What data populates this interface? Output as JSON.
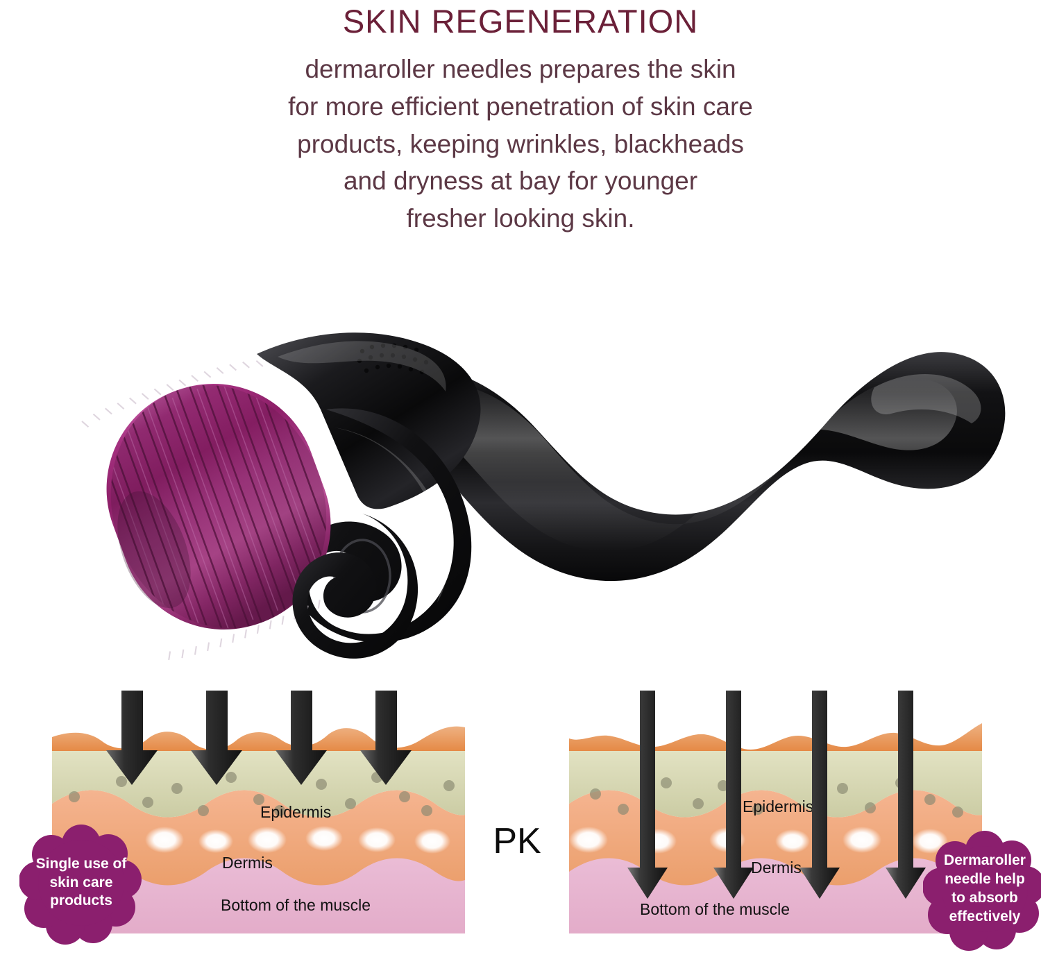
{
  "header": {
    "title": "SKIN REGENERATION",
    "subtitle_lines": [
      "dermaroller needles prepares the skin",
      "for more efficient penetration of skin care",
      "products, keeping wrinkles, blackheads",
      "and dryness at bay for younger",
      "fresher looking skin."
    ]
  },
  "product": {
    "name": "dermaroller",
    "handle_color": "#1a1a1a",
    "roller_color": "#8B2165",
    "needle_color": "#d8d0d8"
  },
  "comparison": {
    "versus_label": "PK",
    "left_panel": {
      "badge_lines": [
        "Single use of",
        "skin care",
        "products"
      ],
      "layers": [
        {
          "name": "Epidermis",
          "color": "#D5D6B0"
        },
        {
          "name": "Dermis",
          "color": "#F0A878"
        },
        {
          "name": "Bottom of the muscle",
          "color": "#E8B8D0"
        }
      ],
      "surface_color": "#E8995C",
      "arrow_count": 4,
      "arrow_style": "thick-shallow"
    },
    "right_panel": {
      "badge_lines": [
        "Dermaroller",
        "needle help",
        "to absorb",
        "effectively"
      ],
      "layers": [
        {
          "name": "Epidermis",
          "color": "#D5D6B0"
        },
        {
          "name": "Dermis",
          "color": "#F0A878"
        },
        {
          "name": "Bottom of the muscle",
          "color": "#E8B8D0"
        }
      ],
      "surface_color": "#E8995C",
      "arrow_count": 4,
      "arrow_style": "thin-deep"
    }
  },
  "colors": {
    "title": "#6B2038",
    "body_text": "#5C3845",
    "badge": "#8B1F6E",
    "background": "#ffffff"
  }
}
